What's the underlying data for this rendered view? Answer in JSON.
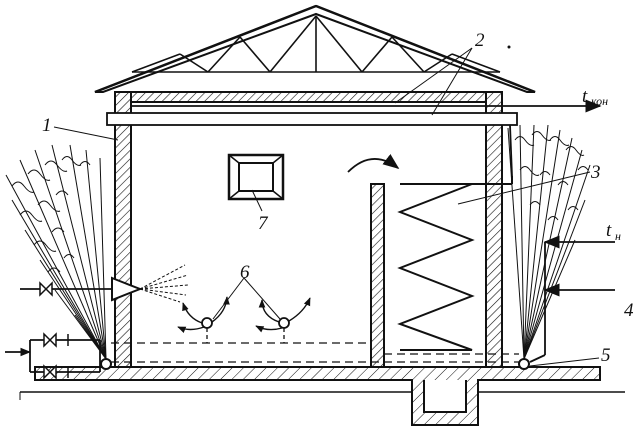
{
  "labels": {
    "l1": "1",
    "l2": "2",
    "l3": "3",
    "l4": "4",
    "l5": "5",
    "l6": "6",
    "l7": "7",
    "t_kon_main": "t",
    "t_kon_sub": "кон",
    "t_n_main": "t",
    "t_n_sub": "н"
  }
}
